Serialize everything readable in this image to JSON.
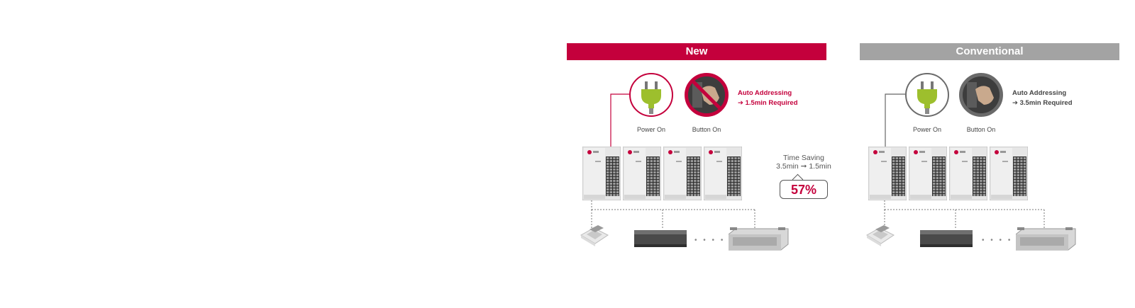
{
  "panels": {
    "new": {
      "header": "New",
      "power_caption": "Power On",
      "button_caption": "Button On",
      "auto_title": "Auto Addressing",
      "auto_time": "1.5min Required"
    },
    "conventional": {
      "header": "Conventional",
      "power_caption": "Power On",
      "button_caption": "Button On",
      "auto_title": "Auto Addressing",
      "auto_time": "3.5min Required"
    }
  },
  "saving": {
    "title": "Time Saving",
    "from": "3.5min",
    "to": "1.5min",
    "percent": "57%"
  },
  "icons": {
    "arrow": "right-arrow-icon",
    "dots": "• • • • •"
  },
  "colors": {
    "accent": "#c4003c",
    "conventional": "#a3a3a3",
    "plug": "#9dbf2d"
  }
}
